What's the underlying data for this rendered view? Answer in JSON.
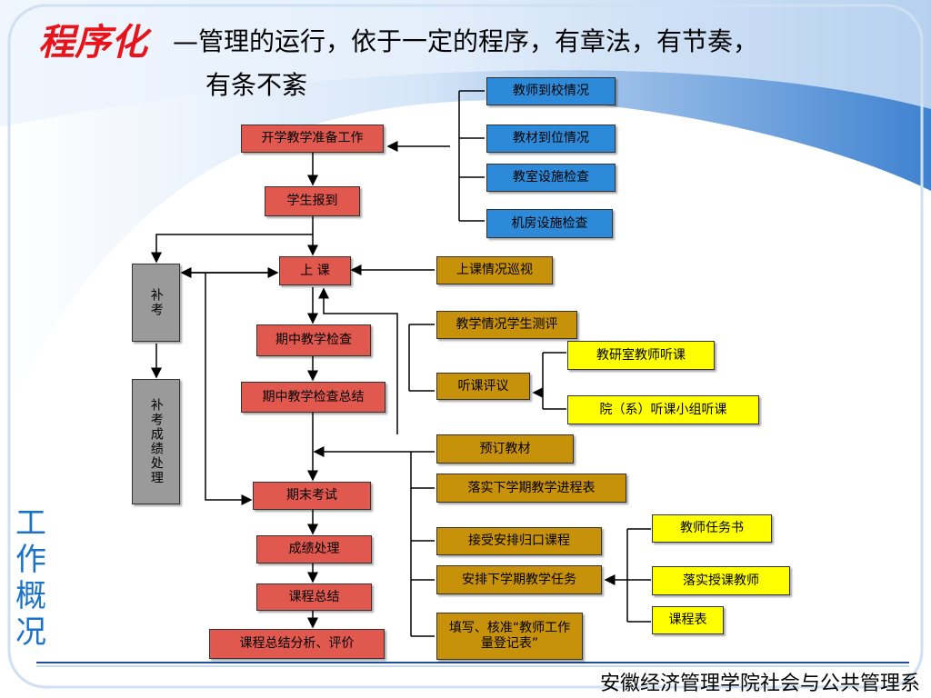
{
  "title": {
    "highlight": "程序化",
    "line1": "—管理的运行，依于一定的程序，有章法，有节奏，",
    "line2": "有条不紊"
  },
  "side_label": "工作概况",
  "footer": "安徽经济管理学院社会与公共管理系",
  "colors": {
    "red_box": "#e0584e",
    "blue_box": "#2d8ad8",
    "gold_box": "#c8910a",
    "yellow_box": "#ffff00",
    "gray_box": "#9a9a9a",
    "title_red": "#e8141b",
    "side_blue": "#1a73c8"
  },
  "main_flow": {
    "prep": "开学教学准备工作",
    "register": "学生报到",
    "class": "上 课",
    "midterm": "期中教学检查",
    "midterm_summary": "期中教学检查总结",
    "final_exam": "期末考试",
    "grades": "成绩处理",
    "course_summary": "课程总结",
    "analysis": "课程总结分析、评价"
  },
  "makeup": {
    "exam": "补考",
    "grades": "补考成绩处理"
  },
  "prep_checks": [
    "教师到校情况",
    "教材到位情况",
    "教室设施检查",
    "机房设施检查"
  ],
  "class_patrol": "上课情况巡视",
  "midterm_items": {
    "student_eval": "教学情况学生测评",
    "lecture_review": "听课评议",
    "lecture_sources": [
      "教研室教师听课",
      "院（系）听课小组听课"
    ]
  },
  "end_items": {
    "order_textbooks": "预订教材",
    "next_progress": "落实下学期教学进程表",
    "accept_courses": "接受安排归口课程",
    "arrange_tasks": "安排下学期教学任务",
    "workload": "填写、核准“教师工作量登记表”"
  },
  "task_sources": [
    "教师任务书",
    "落实授课教师",
    "课程表"
  ]
}
